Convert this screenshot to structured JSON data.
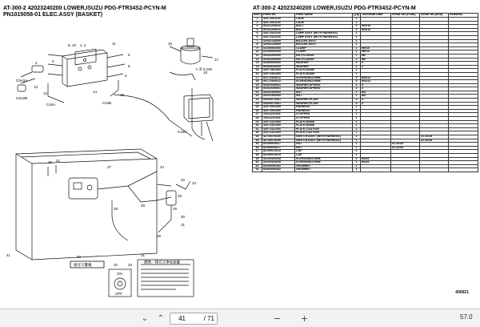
{
  "left_page": {
    "title_line1": "AT-300-2 42023240200 LOWER,ISUZU PDG-FTR34S2-PCYN-M",
    "title_line2": "PN1015058-01 ELEC.ASSY (BASKET)",
    "callouts": [
      "8, 10",
      "1, 2",
      "11",
      "3",
      "4",
      "5",
      "5",
      "6",
      "16",
      "17",
      "18",
      "C9A2A",
      "C9A2B",
      "C44A",
      "C44B",
      "C44C",
      "12",
      "13",
      "14",
      "15",
      "20",
      "21",
      "22",
      "23",
      "24",
      "25",
      "26",
      "29",
      "29",
      "30",
      "31",
      "41",
      "27",
      "28",
      "30",
      "31",
      "32",
      "33"
    ],
    "jp_note": "トヂルGW",
    "sticker_left_text": "排ガス警報",
    "sticker_right_title": "故障／排ガス浄化装置",
    "switch_labels": [
      "ON",
      "OFF"
    ]
  },
  "right_page": {
    "title": "AT-300-2 42023240200 LOWER,ISUZU PDG-FTR34S2-PCYN-M",
    "columns": [
      "Item No.",
      "Parts No.",
      "Parts Name",
      "Q'ty",
      "Technical Data",
      "Serial No.(From)",
      "Serial No.(End)",
      "Remarks"
    ],
    "rows": [
      [
        "1",
        "42071001100",
        "CASE",
        "1",
        "",
        "",
        "",
        ""
      ],
      [
        "2",
        "42071001100",
        "CASE",
        "1",
        "",
        "",
        "",
        ""
      ],
      [
        "3",
        "90101204010",
        "BOLT",
        "4",
        "M4X16",
        "",
        "",
        ""
      ],
      [
        "4",
        "90101204010",
        "BOLT",
        "4",
        "M4X16",
        "",
        "",
        ""
      ],
      [
        "5",
        "42071421100",
        "LAMP ASSY (WITH HARNESS)",
        "1",
        "",
        "",
        "",
        ""
      ],
      [
        "6",
        "42071421100",
        "LAMP ASSY (WITH HARNESS)",
        "1",
        "",
        "",
        "",
        ""
      ],
      [
        "7",
        "42002128300",
        "BUZZER ASSY",
        "1",
        "",
        "",
        "",
        ""
      ],
      [
        "8",
        "42002128300",
        "BUZZER ASSY",
        "1",
        "",
        "",
        "",
        ""
      ],
      [
        "9",
        "02100062000",
        "CLAMP",
        "1",
        "WR10",
        "",
        "",
        ""
      ],
      [
        "10",
        "02100062000",
        "CLAMP",
        "1",
        "WR10",
        "",
        "",
        ""
      ],
      [
        "11",
        "06260206000",
        "NUT,FLANGE",
        "1",
        "M6",
        "",
        "",
        ""
      ],
      [
        "12",
        "06260206000",
        "NUT,FLANGE",
        "1",
        "M6",
        "",
        "",
        ""
      ],
      [
        "13",
        "06360604000",
        "WASHER",
        "2",
        "4",
        "",
        "",
        ""
      ],
      [
        "14",
        "06360604000",
        "WASHER",
        "2",
        "4",
        "",
        "",
        ""
      ],
      [
        "15",
        "42071461300",
        "PLATE,NAME",
        "1",
        "",
        "",
        "",
        ""
      ],
      [
        "16",
        "42071461300",
        "PLATE,NAME",
        "1",
        "",
        "",
        "",
        ""
      ],
      [
        "17",
        "06172304012",
        "SCREW,MACHINE",
        "4",
        "M4X12",
        "",
        "",
        ""
      ],
      [
        "18",
        "06172304012",
        "SCREW,MACHINE",
        "4",
        "M4X12",
        "",
        "",
        ""
      ],
      [
        "19",
        "06302049401",
        "WASHER,SPRING",
        "2",
        "4",
        "",
        "",
        ""
      ],
      [
        "20",
        "06302049401",
        "WASHER,SPRING",
        "2",
        "4",
        "",
        "",
        ""
      ],
      [
        "21",
        "06201309400",
        "NUT",
        "1",
        "M4",
        "",
        "",
        ""
      ],
      [
        "22",
        "06201309400",
        "NUT",
        "1",
        "M4",
        "",
        "",
        ""
      ],
      [
        "23",
        "06305074401",
        "WASHER,PLAIN",
        "4",
        "4",
        "",
        "",
        ""
      ],
      [
        "24",
        "06305074401",
        "WASHER,PLAIN",
        "4",
        "4",
        "",
        "",
        ""
      ],
      [
        "25",
        "42071061000",
        "HARNESS",
        "1",
        "",
        "",
        "",
        ""
      ],
      [
        "26",
        "42071061000",
        "HARNESS",
        "1",
        "",
        "",
        "",
        ""
      ],
      [
        "27",
        "19112221001",
        "STOPPER",
        "1",
        "",
        "",
        "",
        ""
      ],
      [
        "28",
        "19112221001",
        "STOPPER",
        "1",
        "",
        "",
        "",
        ""
      ],
      [
        "29",
        "42071421300",
        "PLATE,NAME",
        "1",
        "",
        "",
        "",
        ""
      ],
      [
        "30",
        "42071421300",
        "PLATE,NAME",
        "1",
        "",
        "",
        "",
        ""
      ],
      [
        "31",
        "42071421300",
        "PLATE,CAUTION",
        "1",
        "",
        "",
        "",
        ""
      ],
      [
        "32",
        "42071421300",
        "PLATE,CAUTION",
        "1",
        "",
        "",
        "",
        ""
      ],
      [
        "33",
        "42730078100",
        "SWITCH ASSY (WITH HARNESS)",
        "1",
        "",
        "",
        "AT-401N",
        ""
      ],
      [
        "34",
        "42730078100",
        "SWITCH ASSY (WITH HARNESS)",
        "1",
        "",
        "",
        "AT-401N",
        ""
      ],
      [
        "35",
        "82199004017",
        "NUT",
        "1",
        "",
        "AT-401N",
        "",
        ""
      ],
      [
        "36",
        "82199004017",
        "NUT",
        "1",
        "",
        "AT-401N",
        "",
        ""
      ],
      [
        "37",
        "82199014015",
        "CAP",
        "1",
        "",
        "",
        "",
        ""
      ],
      [
        "38",
        "82199014015",
        "CAP",
        "1",
        "",
        "",
        "",
        ""
      ],
      [
        "39",
        "06100404008",
        "SCREW,MACHINE",
        "2",
        "M4X8",
        "",
        "",
        ""
      ],
      [
        "40",
        "06100404008",
        "SCREW,MACHINE",
        "2",
        "M4X8",
        "",
        "",
        ""
      ],
      [
        "41",
        "82400000282",
        "GROMMET",
        "1",
        "",
        "",
        "",
        ""
      ],
      [
        "42",
        "82400000282",
        "GROMMET",
        "1",
        "",
        "",
        "",
        ""
      ]
    ],
    "footer_code": "000021"
  },
  "viewer": {
    "current_page": "41",
    "total_pages": "/ 71",
    "zoom": "57.0",
    "icons": [
      "chevron-down-icon",
      "chevron-up-icon",
      "zoom-out-icon",
      "zoom-in-icon"
    ]
  }
}
